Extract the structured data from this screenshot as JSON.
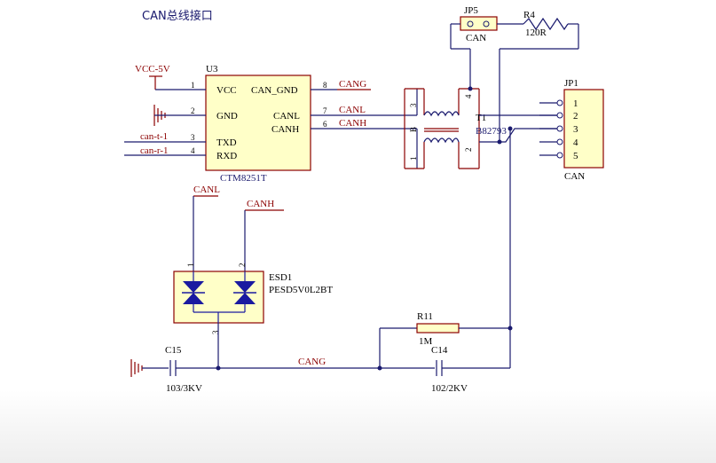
{
  "title": "CAN总线接口",
  "u3": {
    "ref": "U3",
    "part": "CTM8251T",
    "pins_left": [
      {
        "num": "1",
        "name": "VCC"
      },
      {
        "num": "2",
        "name": "GND"
      },
      {
        "num": "3",
        "name": "TXD"
      },
      {
        "num": "4",
        "name": "RXD"
      }
    ],
    "pins_right": [
      {
        "num": "8",
        "name": "CAN_GND"
      },
      {
        "num": "7",
        "name": "CANL"
      },
      {
        "num": "6",
        "name": "CANH"
      }
    ]
  },
  "nets": {
    "vcc": "VCC-5V",
    "can_t": "can-t-1",
    "can_r": "can-r-1",
    "cang": "CANG",
    "canl": "CANL",
    "canh": "CANH"
  },
  "jp5": {
    "ref": "JP5",
    "label": "CAN"
  },
  "r4": {
    "ref": "R4",
    "value": "120R"
  },
  "t1": {
    "ref": "T1",
    "part": "B82793",
    "pin_b": "B",
    "pin1": "1",
    "pin2": "2",
    "pin3": "3",
    "pin4": "4"
  },
  "jp1": {
    "ref": "JP1",
    "label": "CAN",
    "pins": [
      "1",
      "2",
      "3",
      "4",
      "5"
    ]
  },
  "esd1": {
    "ref": "ESD1",
    "part": "PESD5V0L2BT",
    "pin1": "1",
    "pin2": "2",
    "pin3": "3"
  },
  "c15": {
    "ref": "C15",
    "value": "103/3KV"
  },
  "r11": {
    "ref": "R11",
    "value": "1M"
  },
  "c14": {
    "ref": "C14",
    "value": "102/2KV"
  },
  "colors": {
    "wire": "#1a1a6e",
    "body": "#8b0000",
    "fill": "#ffffc8",
    "diode": "#1a1aa0"
  }
}
